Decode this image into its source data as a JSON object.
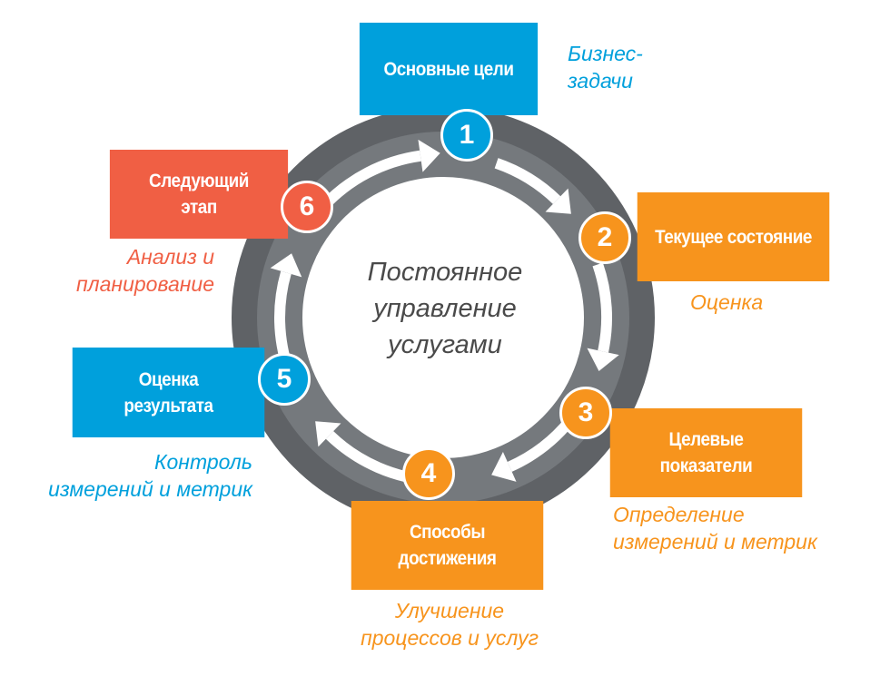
{
  "title": "Постоянное\nуправление\nуслугами",
  "steps": [
    {
      "num": "1",
      "title": "Основные цели",
      "note": "Бизнес-\nзадачи",
      "color": "#00a0dc"
    },
    {
      "num": "2",
      "title": "Текущее состояние",
      "note": "Оценка",
      "color": "#f7941d"
    },
    {
      "num": "3",
      "title": "Целевые показатели",
      "note": "Определение\nизмерений и метрик",
      "color": "#f7941d"
    },
    {
      "num": "4",
      "title": "Способы достижения",
      "note": "Улучшение\nпроцессов и услуг",
      "color": "#f7941d"
    },
    {
      "num": "5",
      "title": "Оценка результата",
      "note": "Контроль\nизмерений и метрик",
      "color": "#00a0dc"
    },
    {
      "num": "6",
      "title": "Следующий этап",
      "note": "Анализ и\nпланирование",
      "color": "#f05f44"
    }
  ]
}
